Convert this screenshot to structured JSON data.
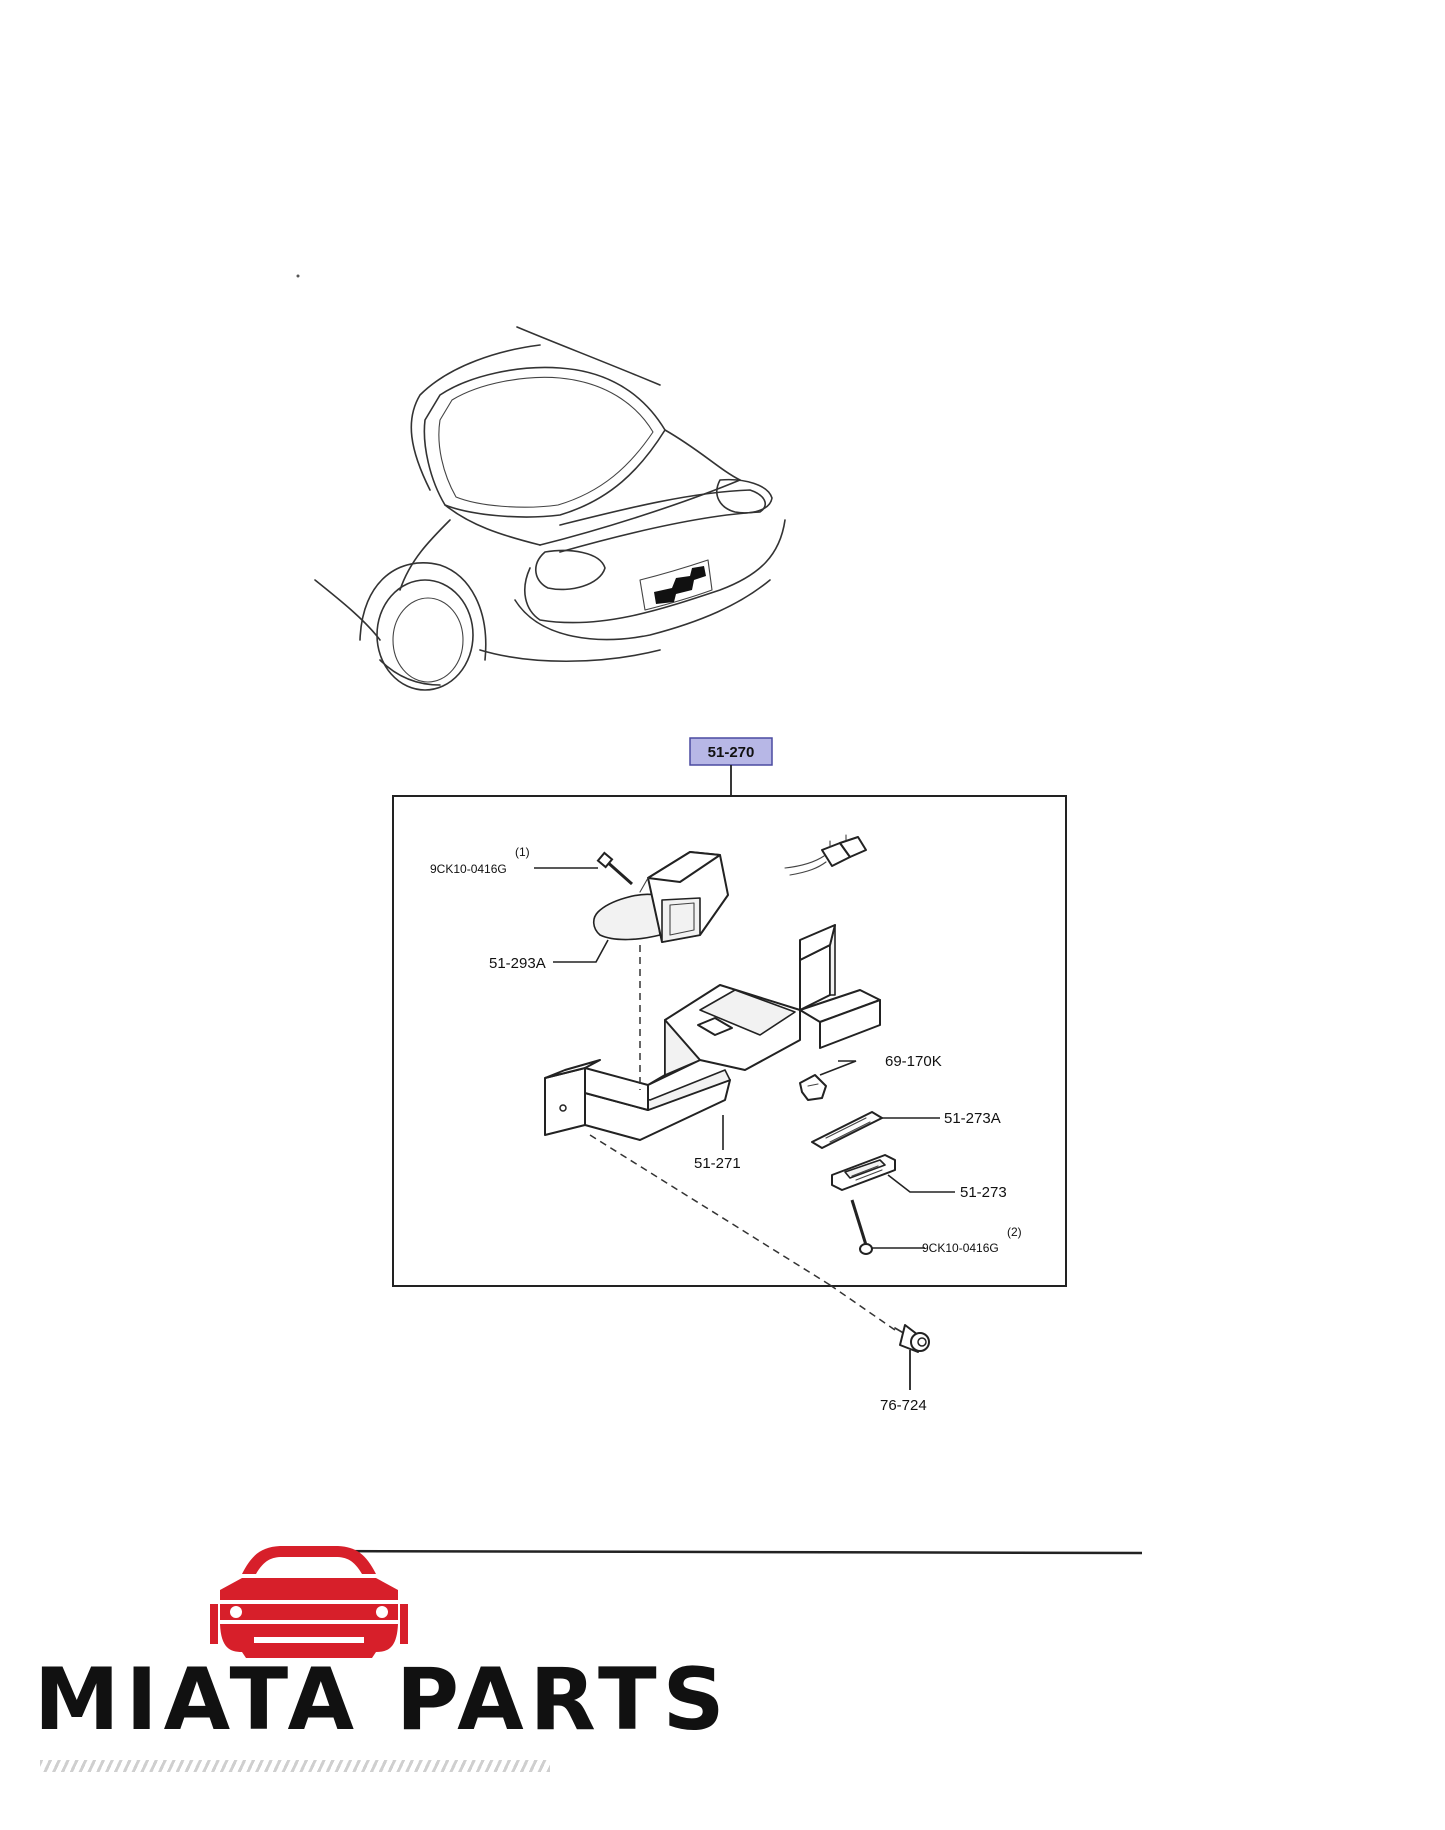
{
  "diagram": {
    "callout_main": "51-270",
    "labels": {
      "bolt_top_qty": "(1)",
      "bolt_top": "9CK10-0416G",
      "lamp_assembly": "51-293A",
      "socket": "69-170K",
      "lens_gasket": "51-273A",
      "license_lamp": "51-273",
      "bracket": "51-271",
      "bolt_bottom_qty": "(2)",
      "bolt_bottom": "9CK10-0416G",
      "clip": "76-724"
    }
  },
  "brand": {
    "name": "MIATA PARTS",
    "accent_color": "#d71f2a",
    "logo_icon": "car-front-icon"
  },
  "colors": {
    "callout_fill": "#b7b7e6",
    "callout_stroke": "#4a4aa0"
  }
}
